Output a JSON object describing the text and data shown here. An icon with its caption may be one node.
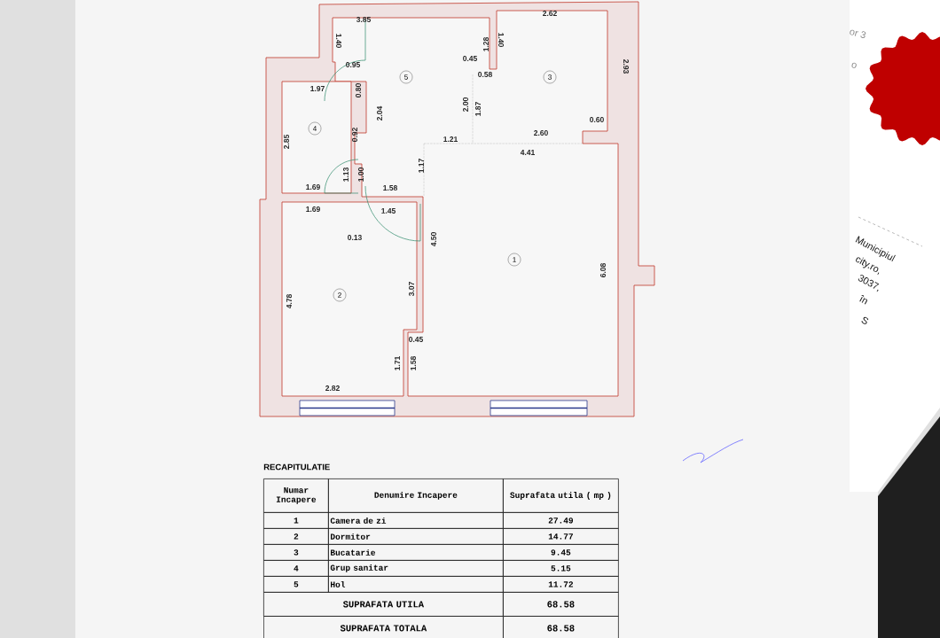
{
  "diagram": {
    "nodes": [
      {
        "text": [
          "5"
        ]
      },
      {
        "text": [
          "3"
        ]
      },
      {
        "text": [
          "4"
        ]
      },
      {
        "text": [
          "1"
        ]
      },
      {
        "text": [
          "2"
        ]
      }
    ],
    "labels": [
      "3.85",
      "2.62",
      "1.40",
      "1.28",
      "1.40",
      "2.93",
      "0.45",
      "0.95",
      "0.58",
      "1.97",
      "0.80",
      "2.04",
      "2.00",
      "1.87",
      "2.85",
      "0.92",
      "0.60",
      "2.60",
      "1.21",
      "4.41",
      "1.13",
      "1.00",
      "1.17",
      "1.69",
      "1.58",
      "1.69",
      "1.45",
      "0.13",
      "4.50",
      "3.07",
      "4.78",
      "6.08",
      "0.45",
      "1.71",
      "1.58",
      "2.82",
      "RECAPITULATIE",
      "Numar Incapere",
      "Denumire Incapere",
      "Suprafata utila ( mp )",
      "1",
      "Camera de zi",
      "27.49",
      "2",
      "Dormitor",
      "14.77",
      "3",
      "Bucatarie",
      "9.45",
      "4",
      "Grup sanitar",
      "5.15",
      "5",
      "Hol",
      "11.72",
      "SUPRAFATA UTILA",
      "68.58",
      "SUPRAFATA TOTALA",
      "68.58",
      "or 3",
      "o",
      "Municipiul",
      "city.ro,",
      "3037,",
      "în",
      "S"
    ]
  }
}
